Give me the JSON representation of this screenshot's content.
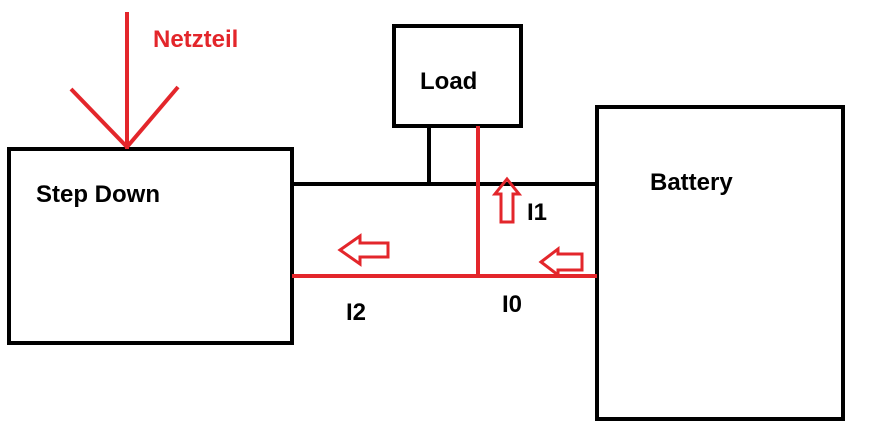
{
  "labels": {
    "step_down": "Step Down",
    "load": "Load",
    "battery": "Battery",
    "netzteil": "Netzteil",
    "i0": "I0",
    "i1": "I1",
    "i2": "I2"
  },
  "colors": {
    "wire": "#000000",
    "current": "#e3262b"
  }
}
